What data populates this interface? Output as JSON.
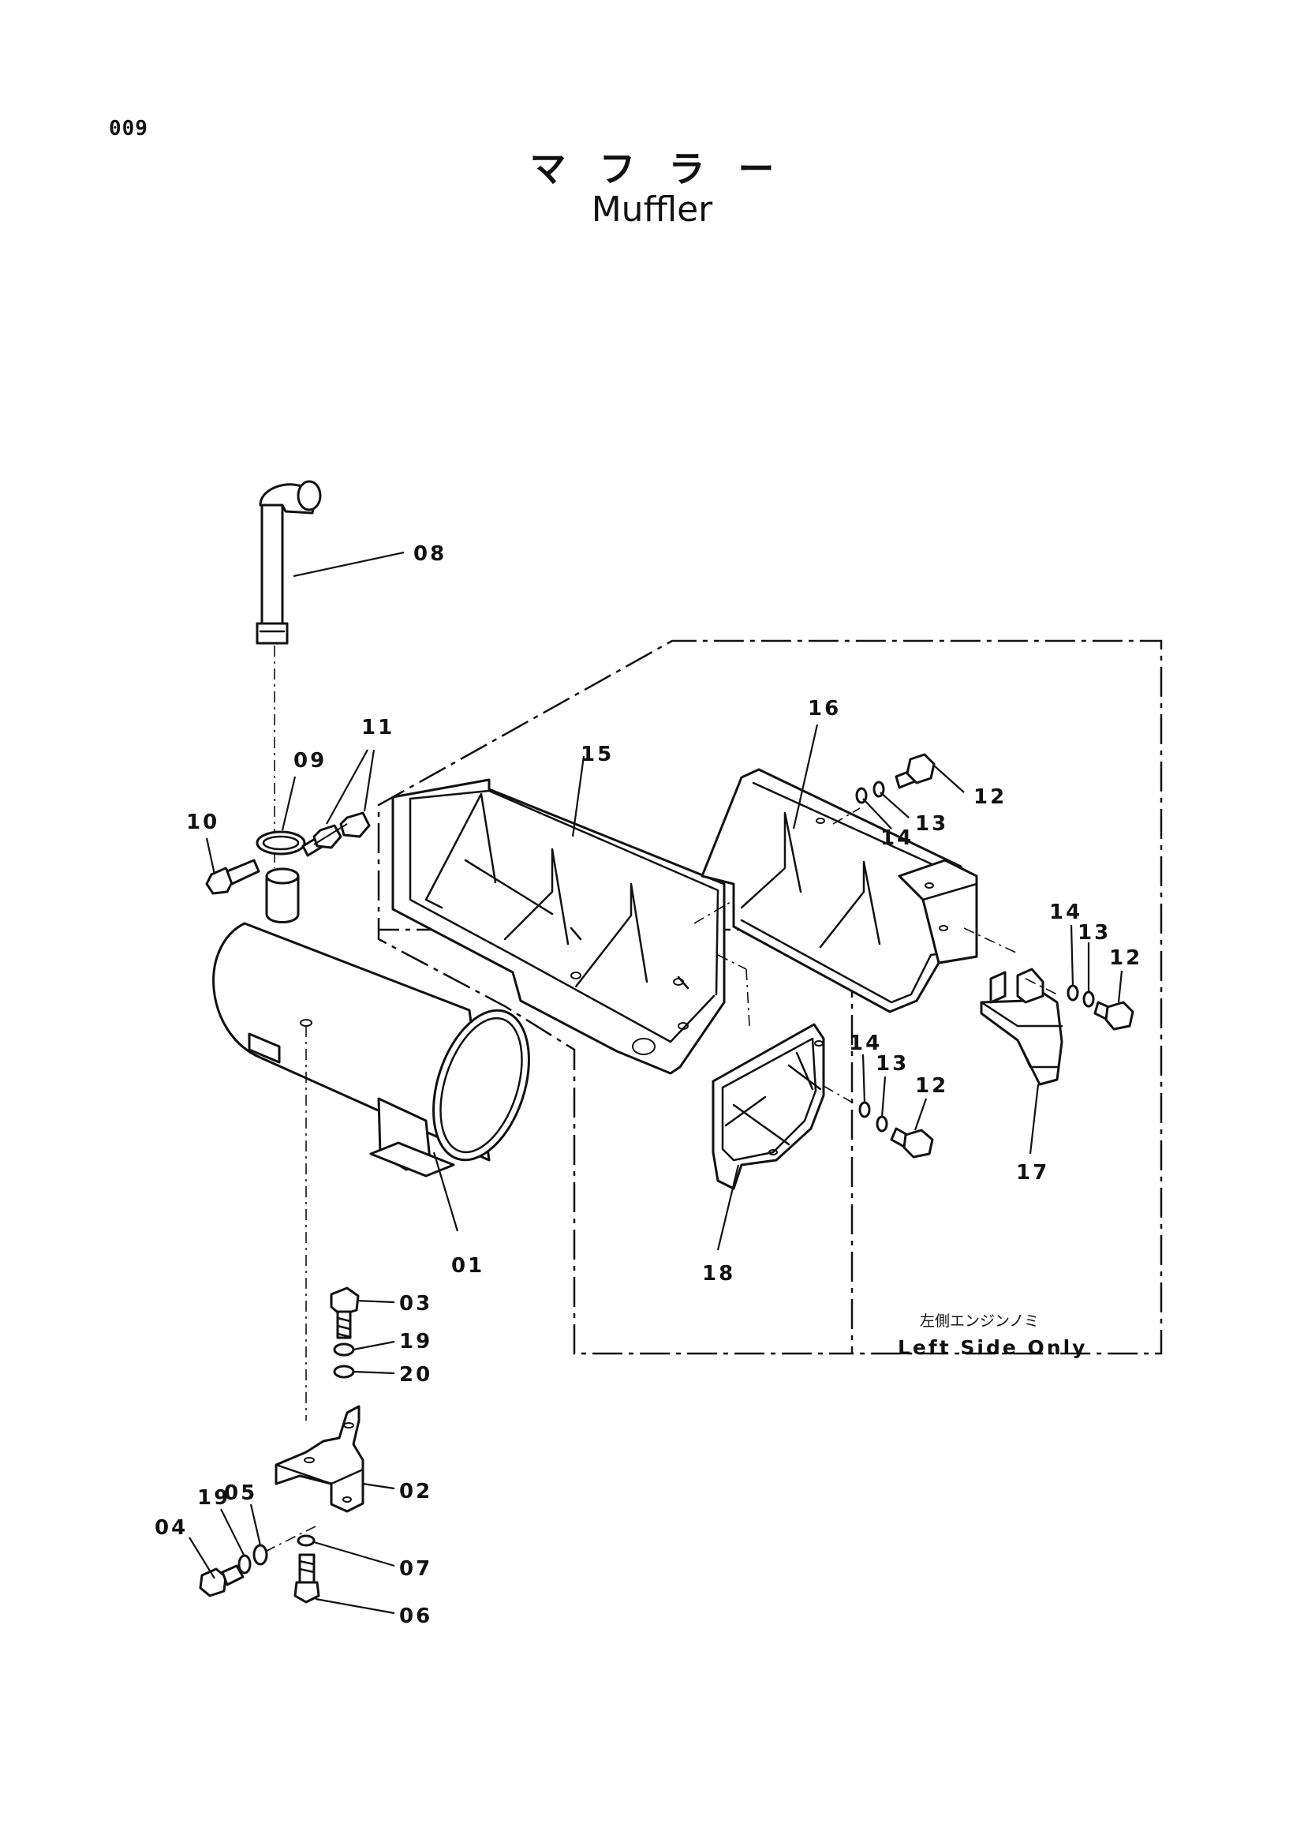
{
  "page_number": "009",
  "title_jp": "マフラー",
  "title_en": "Muffler",
  "note": {
    "jp": "左側エンジンノミ",
    "en": "Left Side Only"
  },
  "callouts": {
    "c01": "01",
    "c02": "02",
    "c03": "03",
    "c04": "04",
    "c05": "05",
    "c06": "06",
    "c07": "07",
    "c08": "08",
    "c09": "09",
    "c10": "10",
    "c11": "11",
    "c12a": "12",
    "c12b": "12",
    "c12c": "12",
    "c13a": "13",
    "c13b": "13",
    "c13c": "13",
    "c14a": "14",
    "c14b": "14",
    "c14c": "14",
    "c15": "15",
    "c16": "16",
    "c17": "17",
    "c18": "18",
    "c19a": "19",
    "c19b": "19",
    "c20": "20"
  }
}
